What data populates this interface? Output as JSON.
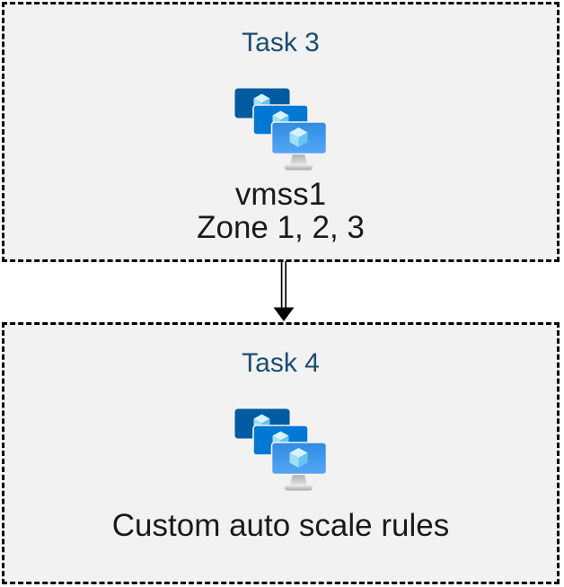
{
  "diagram": {
    "boxes": [
      {
        "title": "Task 3",
        "icon": "vm-scale-sets-icon",
        "lines": [
          "vmss1",
          "Zone 1, 2, 3"
        ]
      },
      {
        "title": "Task 4",
        "icon": "vm-scale-sets-icon",
        "lines": [
          "Custom auto scale rules"
        ]
      }
    ],
    "connector": {
      "type": "double-line-arrow",
      "direction": "down"
    },
    "colors": {
      "page_background": "#FFFFFF",
      "box_background": "#F2F2F2",
      "box_border": "#000000",
      "title_text": "#1C4C72",
      "body_text": "#1A1A1A",
      "arrow": "#000000",
      "icon_screen_back": "#005BA1",
      "icon_screen_middle": "#0078D4",
      "icon_screen_front_top": "#2F8CE3",
      "icon_screen_front_bottom": "#55A6F4",
      "icon_cube_top": "#D8F3FF",
      "icon_cube_left": "#9FE0F8",
      "icon_cube_right": "#66C5F0",
      "icon_stand_dark": "#A8A8A8",
      "icon_stand_light": "#E4E4E4"
    }
  }
}
